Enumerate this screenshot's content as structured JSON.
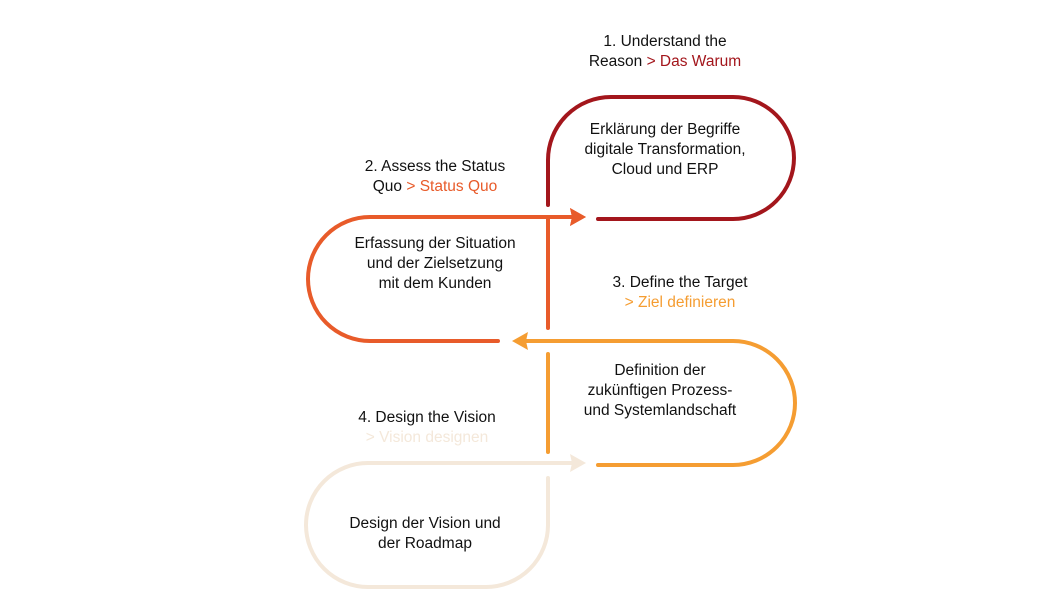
{
  "colors": {
    "step1": "#a3161c",
    "step2": "#e85b2a",
    "step3": "#f59d32",
    "step4": "#f4e8da",
    "text": "#111111"
  },
  "steps": [
    {
      "heading_lines": [
        "1. Understand the",
        "Reason"
      ],
      "subtitle": "> Das Warum",
      "description_lines": [
        "Erklärung der Begriffe",
        "digitale Transformation,",
        "Cloud und ERP"
      ]
    },
    {
      "heading_lines": [
        "2. Assess the Status",
        "Quo"
      ],
      "subtitle": "> Status Quo",
      "description_lines": [
        "Erfassung der Situation",
        "und der Zielsetzung",
        "mit dem Kunden"
      ]
    },
    {
      "heading_lines": [
        "3. Define the Target"
      ],
      "subtitle": "> Ziel definieren",
      "description_lines": [
        "Definition der",
        "zukünftigen Prozess-",
        "und Systemlandschaft"
      ]
    },
    {
      "heading_lines": [
        "4. Design the Vision"
      ],
      "subtitle": "> Vision designen",
      "description_lines": [
        "Design der Vision und",
        "der Roadmap"
      ]
    }
  ]
}
